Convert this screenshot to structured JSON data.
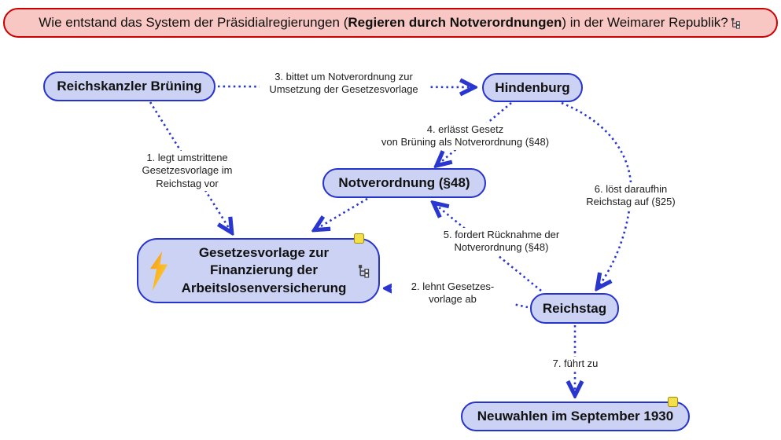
{
  "colors": {
    "banner_border": "#cc0000",
    "banner_fill": "#f8c7c3",
    "node_border": "#2633cc",
    "node_fill": "#ccd2f4",
    "edge": "#2936cf",
    "marker_fill": "#f2e04a",
    "marker_border": "#a38e00",
    "text": "#111111"
  },
  "banner": {
    "text_before": "Wie entstand das System der Präsidialregierungen (",
    "text_bold": "Regieren durch Notverordnungen",
    "text_after": ") in der Weimarer Republik?"
  },
  "nodes": {
    "bruening": {
      "label": "Reichskanzler Brüning"
    },
    "hindenburg": {
      "label": "Hindenburg"
    },
    "notverordnung": {
      "label": "Notverordnung (§48)"
    },
    "gesetzesvorlage": {
      "label": "Gesetzesvorlage zur\nFinanzierung der\nArbeitslosenversicherung"
    },
    "reichstag": {
      "label": "Reichstag"
    },
    "neuwahlen": {
      "label": "Neuwahlen im September 1930"
    }
  },
  "edge_labels": {
    "e1": "1. legt umstrittene\nGesetzesvorlage im\nReichstag vor",
    "e2": "2. lehnt Gesetzes-\nvorlage ab",
    "e3": "3. bittet um Notverordnung zur\nUmsetzung der Gesetzesvorlage",
    "e4": "4. erlässt Gesetz\nvon Brüning als Notverordnung (§48)",
    "e5": "5. fordert Rücknahme der\nNotverordnung (§48)",
    "e6": "6. löst daraufhin\nReichstag auf (§25)",
    "e7": "7. führt zu"
  },
  "icons": {
    "question_suffix": "branch-icon",
    "gesetzesvorlage_left": "lightning-icon",
    "gesetzesvorlage_right": "branch-icon"
  }
}
